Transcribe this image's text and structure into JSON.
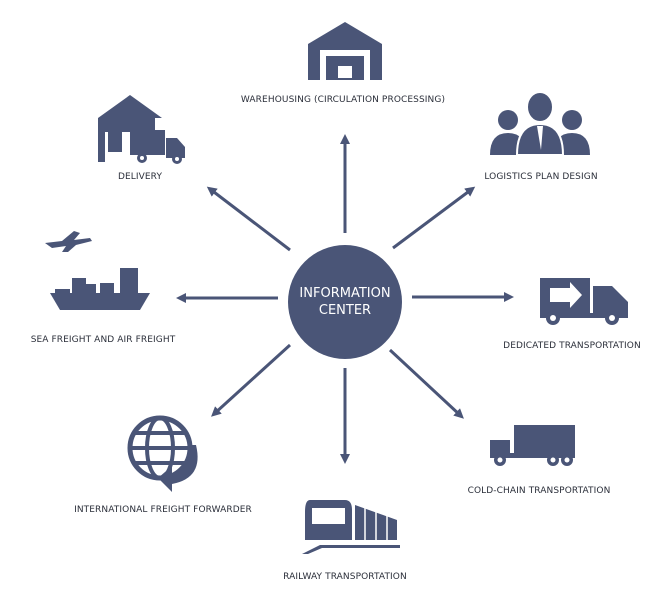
{
  "center": {
    "line1": "INFORMATION",
    "line2": "CENTER"
  },
  "accent_color": "#4a5577",
  "nodes": [
    {
      "label": "WAREHOUSING (CIRCULATION PROCESSING)",
      "icon": "warehouse-icon"
    },
    {
      "label": "LOGISTICS PLAN DESIGN",
      "icon": "team-icon"
    },
    {
      "label": "DEDICATED TRANSPORTATION",
      "icon": "truck-arrow-icon"
    },
    {
      "label": "COLD-CHAIN TRANSPORTATION",
      "icon": "box-truck-icon"
    },
    {
      "label": "RAILWAY TRANSPORTATION",
      "icon": "train-icon"
    },
    {
      "label": "INTERNATIONAL FREIGHT FORWARDER",
      "icon": "globe-icon"
    },
    {
      "label": "SEA FREIGHT AND AIR FREIGHT",
      "icon": "ship-plane-icon"
    },
    {
      "label": "DELIVERY",
      "icon": "house-truck-icon"
    }
  ]
}
